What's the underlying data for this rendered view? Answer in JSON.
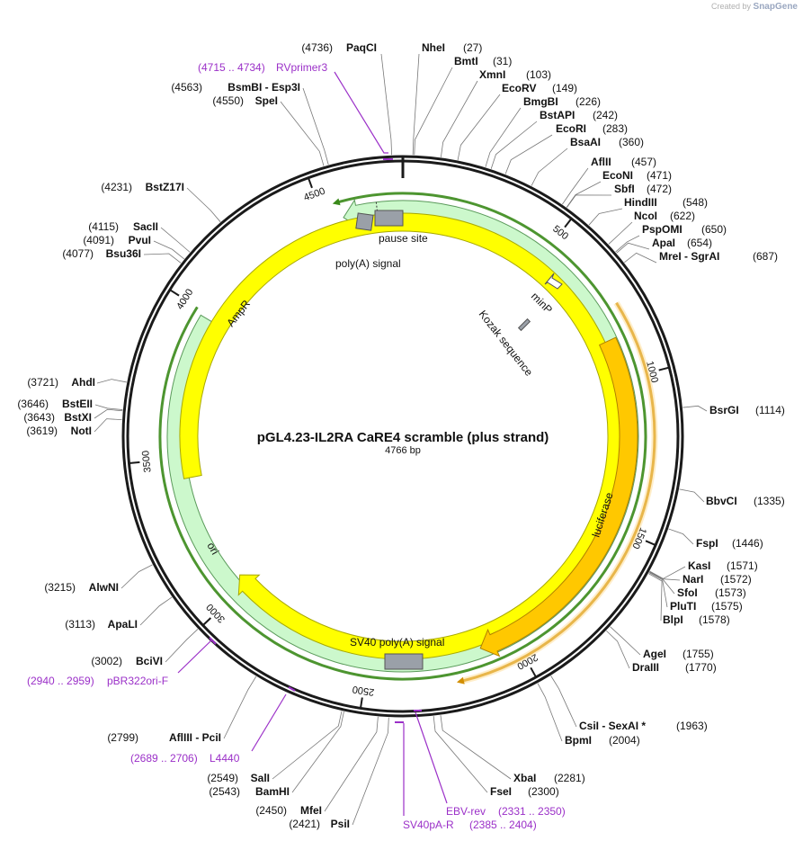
{
  "credit": {
    "prefix": "Created by",
    "brand": "SnapGene"
  },
  "map": {
    "title": "pGL4.23-IL2RA CaRE4 scramble (plus strand)",
    "length_label": "4766 bp",
    "total_bp": 4766
  },
  "ticks": [
    {
      "pos": 500,
      "label": "500"
    },
    {
      "pos": 1000,
      "label": "1000"
    },
    {
      "pos": 1500,
      "label": "1500"
    },
    {
      "pos": 2000,
      "label": "2000"
    },
    {
      "pos": 2500,
      "label": "2500"
    },
    {
      "pos": 3000,
      "label": "3000"
    },
    {
      "pos": 3500,
      "label": "3500"
    },
    {
      "pos": 4000,
      "label": "4000"
    },
    {
      "pos": 4500,
      "label": "4500"
    }
  ],
  "features": [
    {
      "name": "AmpR",
      "start": 3984,
      "end": 4565,
      "dir": "ccw",
      "color": "#ccf8cc",
      "stroke": "#5a9a5a"
    },
    {
      "name": "ori",
      "start": 3429,
      "end": 3040,
      "dir": "cw",
      "color": "#ffff00",
      "stroke": "#a8a800"
    },
    {
      "name": "luciferase",
      "start": 862,
      "end": 2117,
      "dir": "cw",
      "color": "#ffc800",
      "stroke": "#b08000"
    }
  ],
  "strand_arcs": [
    {
      "start": 4000,
      "end": 4560,
      "dir": "ccw",
      "color": "#3a8a1a"
    },
    {
      "start": 768,
      "end": 2203,
      "dir": "cw",
      "color": "#d28e00"
    }
  ],
  "boxes": [
    {
      "name": "poly(A) signal",
      "pos": 4715
    },
    {
      "name": "pause site",
      "pos": 4745
    },
    {
      "name": "SV40 poly(A) signal",
      "pos": 2350
    },
    {
      "name": "Kozak sequence",
      "pos": 801
    }
  ],
  "feature_labels": {
    "polyA_signal": "poly(A) signal",
    "pause_site": "pause site",
    "minP": "minP",
    "kozak": "Kozak sequence",
    "ampr": "AmpR",
    "ori": "ori",
    "luciferase": "luciferase",
    "sv40": "SV40 poly(A) signal"
  },
  "enzymes_right": [
    {
      "name": "NheI",
      "pos": "(27)"
    },
    {
      "name": "BmtI",
      "pos": "(31)"
    },
    {
      "name": "XmnI",
      "pos": "(103)"
    },
    {
      "name": "EcoRV",
      "pos": "(149)"
    },
    {
      "name": "BmgBI",
      "pos": "(226)"
    },
    {
      "name": "BstAPI",
      "pos": "(242)"
    },
    {
      "name": "EcoRI",
      "pos": "(283)"
    },
    {
      "name": "BsaAI",
      "pos": "(360)"
    },
    {
      "name": "AflII",
      "pos": "(457)"
    },
    {
      "name": "EcoNI",
      "pos": "(471)"
    },
    {
      "name": "SbfI",
      "pos": "(472)"
    },
    {
      "name": "HindIII",
      "pos": "(548)"
    },
    {
      "name": "NcoI",
      "pos": "(622)"
    },
    {
      "name": "PspOMI",
      "pos": "(650)"
    },
    {
      "name": "ApaI",
      "pos": "(654)"
    },
    {
      "name": "MreI - SgrAI",
      "pos": "(687)"
    },
    {
      "name": "BsrGI",
      "pos": "(1114)"
    },
    {
      "name": "BbvCI",
      "pos": "(1335)"
    },
    {
      "name": "FspI",
      "pos": "(1446)"
    },
    {
      "name": "KasI",
      "pos": "(1571)"
    },
    {
      "name": "NarI",
      "pos": "(1572)"
    },
    {
      "name": "SfoI",
      "pos": "(1573)"
    },
    {
      "name": "PluTI",
      "pos": "(1575)"
    },
    {
      "name": "BlpI",
      "pos": "(1578)"
    },
    {
      "name": "AgeI",
      "pos": "(1755)"
    },
    {
      "name": "DraIII",
      "pos": "(1770)"
    },
    {
      "name": "CsiI - SexAI *",
      "pos": "(1963)"
    },
    {
      "name": "BpmI",
      "pos": "(2004)"
    },
    {
      "name": "XbaI",
      "pos": "(2281)"
    },
    {
      "name": "FseI",
      "pos": "(2300)"
    }
  ],
  "enzymes_left": [
    {
      "name": "PaqCI",
      "pos": "(4736)"
    },
    {
      "name": "BsmBI - Esp3I",
      "pos": "(4563)"
    },
    {
      "name": "SpeI",
      "pos": "(4550)"
    },
    {
      "name": "BstZ17I",
      "pos": "(4231)"
    },
    {
      "name": "SacII",
      "pos": "(4115)"
    },
    {
      "name": "PvuI",
      "pos": "(4091)"
    },
    {
      "name": "Bsu36I",
      "pos": "(4077)"
    },
    {
      "name": "AhdI",
      "pos": "(3721)"
    },
    {
      "name": "BstEII",
      "pos": "(3646)"
    },
    {
      "name": "BstXI",
      "pos": "(3643)"
    },
    {
      "name": "NotI",
      "pos": "(3619)"
    },
    {
      "name": "AlwNI",
      "pos": "(3215)"
    },
    {
      "name": "ApaLI",
      "pos": "(3113)"
    },
    {
      "name": "BciVI",
      "pos": "(3002)"
    },
    {
      "name": "AflIII - PciI",
      "pos": "(2799)"
    },
    {
      "name": "SalI",
      "pos": "(2549)"
    },
    {
      "name": "BamHI",
      "pos": "(2543)"
    },
    {
      "name": "MfeI",
      "pos": "(2450)"
    },
    {
      "name": "PsiI",
      "pos": "(2421)"
    }
  ],
  "primers": [
    {
      "name": "RVprimer3",
      "range": "(4715 .. 4734)"
    },
    {
      "name": "pBR322ori-F",
      "range": "(2940 .. 2959)"
    },
    {
      "name": "L4440",
      "range": "(2689 .. 2706)"
    },
    {
      "name": "EBV-rev",
      "range": "(2331 .. 2350)"
    },
    {
      "name": "SV40pA-R",
      "range": "(2385 .. 2404)"
    }
  ]
}
